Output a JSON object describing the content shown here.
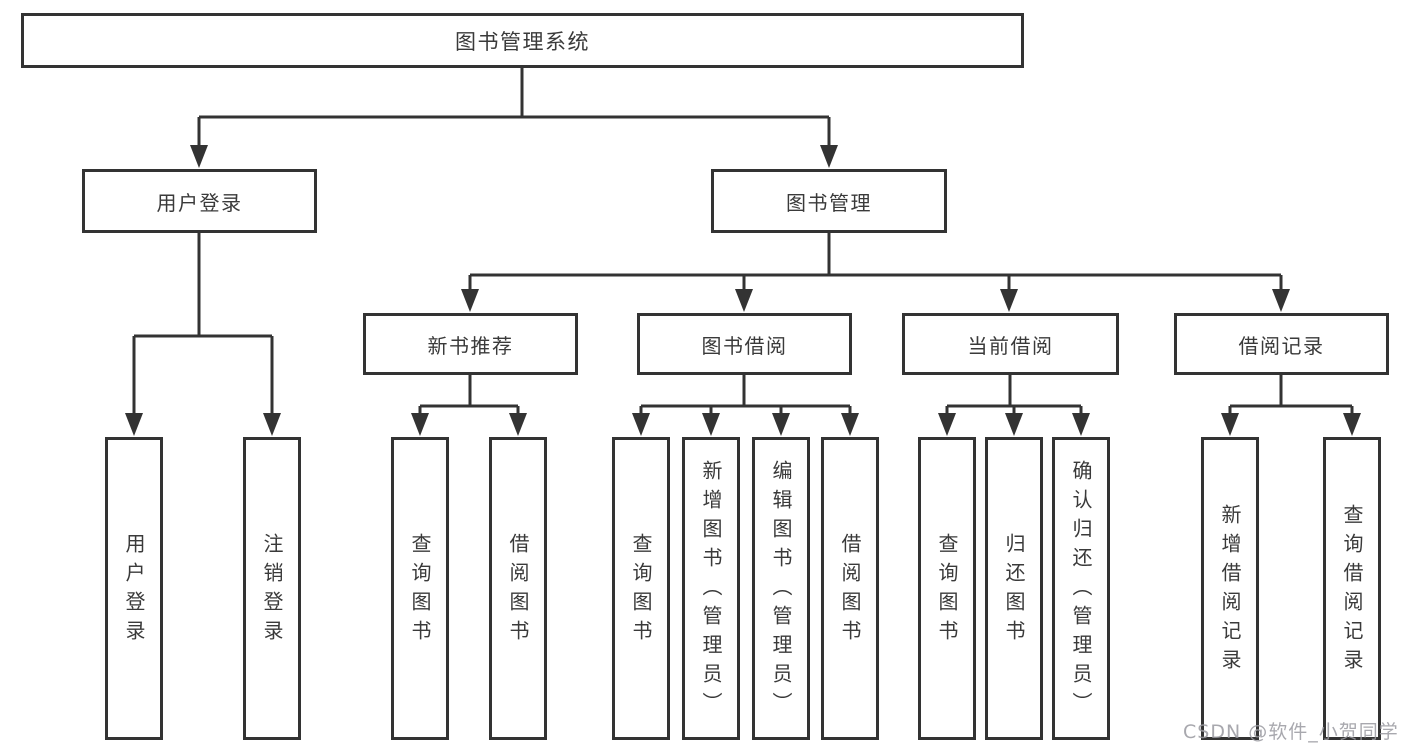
{
  "tree": {
    "root": {
      "label": "图书管理系统"
    },
    "branches": [
      {
        "label": "用户登录",
        "children": [
          {
            "label": "用户登录"
          },
          {
            "label": "注销登录"
          }
        ]
      },
      {
        "label": "图书管理",
        "children": [
          {
            "label": "新书推荐",
            "children": [
              {
                "label": "查询图书"
              },
              {
                "label": "借阅图书"
              }
            ]
          },
          {
            "label": "图书借阅",
            "children": [
              {
                "label": "查询图书"
              },
              {
                "label": "新增图书（管理员）"
              },
              {
                "label": "编辑图书（管理员）"
              },
              {
                "label": "借阅图书"
              }
            ]
          },
          {
            "label": "当前借阅",
            "children": [
              {
                "label": "查询图书"
              },
              {
                "label": "归还图书"
              },
              {
                "label": "确认归还（管理员）"
              }
            ]
          },
          {
            "label": "借阅记录",
            "children": [
              {
                "label": "新增借阅记录"
              },
              {
                "label": "查询借阅记录"
              }
            ]
          }
        ]
      }
    ]
  },
  "watermark": {
    "text": "CSDN @软件_小贺同学",
    "color": "#9a9aa0"
  },
  "colors": {
    "line": "#333333",
    "text": "#3a3a3a",
    "box_background": "#ffffff",
    "page_background": "#ffffff"
  }
}
